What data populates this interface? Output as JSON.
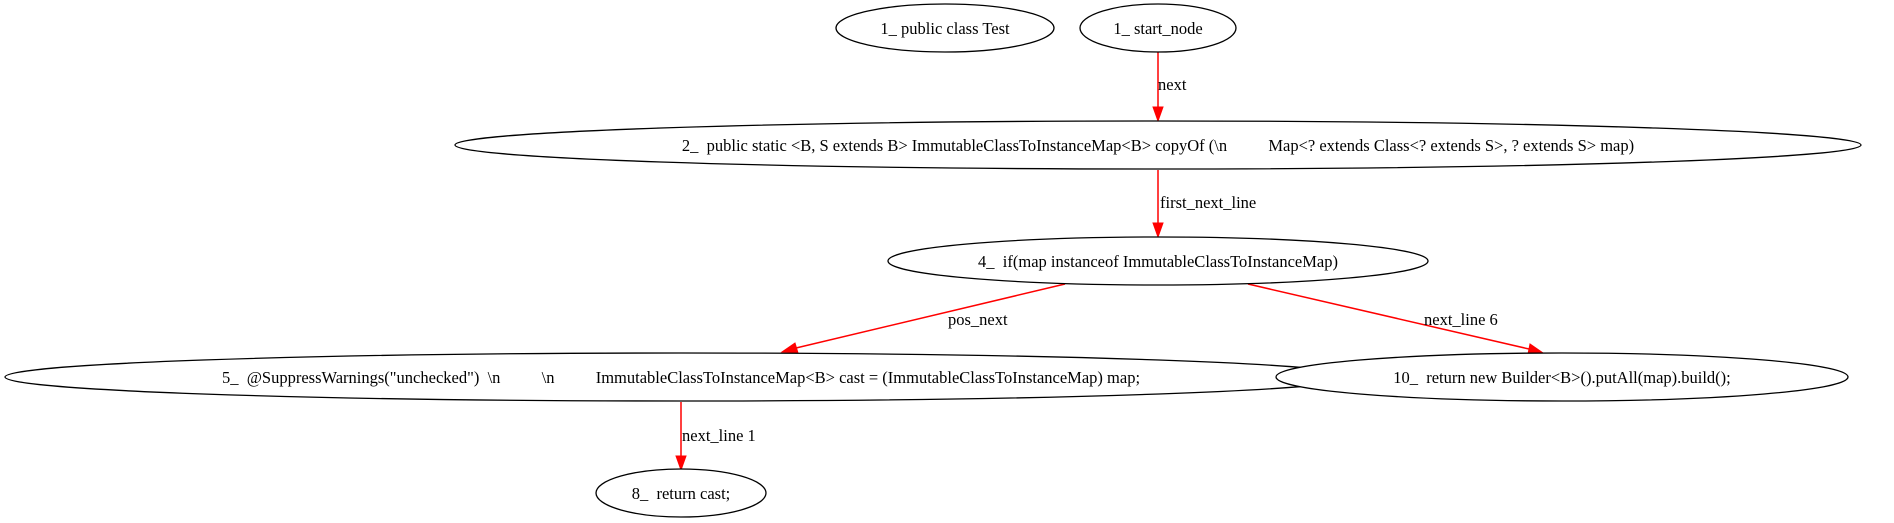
{
  "colors": {
    "edge": "#ff0000",
    "node_stroke": "#000000",
    "background": "#ffffff"
  },
  "nodes": [
    {
      "id": "class_node",
      "label": "1_ public class Test"
    },
    {
      "id": "start_node",
      "label": "1_ start_node"
    },
    {
      "id": "method_decl",
      "label": "2_  public static <B, S extends B> ImmutableClassToInstanceMap<B> copyOf (\\n          Map<? extends Class<? extends S>, ? extends S> map)"
    },
    {
      "id": "if_instanceof",
      "label": "4_  if(map instanceof ImmutableClassToInstanceMap)"
    },
    {
      "id": "cast_stmt",
      "label": "5_  @SuppressWarnings(\"unchecked\")  \\n          \\n          ImmutableClassToInstanceMap<B> cast = (ImmutableClassToInstanceMap) map;"
    },
    {
      "id": "return_builder",
      "label": "10_  return new Builder<B>().putAll(map).build();"
    },
    {
      "id": "return_cast",
      "label": "8_  return cast;"
    }
  ],
  "edges": [
    {
      "from": "start_node",
      "to": "method_decl",
      "label": "next"
    },
    {
      "from": "method_decl",
      "to": "if_instanceof",
      "label": "first_next_line"
    },
    {
      "from": "if_instanceof",
      "to": "cast_stmt",
      "label": "pos_next"
    },
    {
      "from": "if_instanceof",
      "to": "return_builder",
      "label": "next_line 6"
    },
    {
      "from": "cast_stmt",
      "to": "return_cast",
      "label": "next_line 1"
    }
  ]
}
